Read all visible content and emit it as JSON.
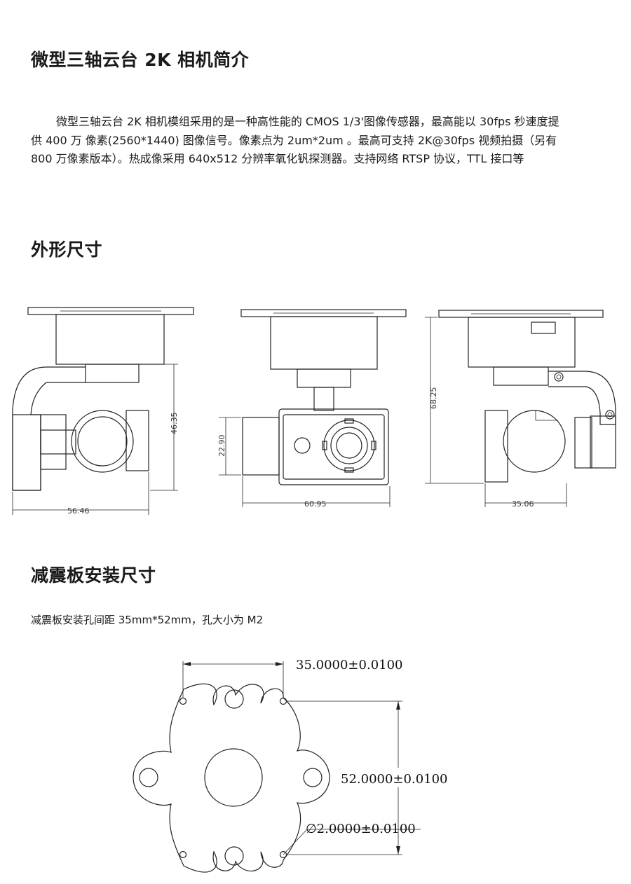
{
  "section1": {
    "title": "微型三轴云台 2K 相机简介",
    "paragraph": "微型三轴云台 2K 相机模组采用的是一种高性能的 CMOS 1/3'图像传感器，最高能以 30fps 秒速度提供 400 万 像素(2560*1440) 图像信号。像素点为 2um*2um 。最高可支持 2K@30fps 视频拍摄（另有 800 万像素版本）。热成像采用 640x512 分辨率氧化钒探测器。支持网络 RTSP 协议，TTL 接口等"
  },
  "section2": {
    "title": "外形尺寸",
    "dims": {
      "left_width": "56.46",
      "left_height": "46.35",
      "front_height": "22.90",
      "front_width": "60.95",
      "right_height": "68.25",
      "right_width": "35.06"
    }
  },
  "section3": {
    "title": "减震板安装尺寸",
    "note": "减震板安装孔间距 35mm*52mm，孔大小为 M2",
    "dims": {
      "horizontal": "35.0000±0.0100",
      "vertical": "52.0000±0.0100",
      "hole": "∅2.0000±0.0100"
    }
  }
}
